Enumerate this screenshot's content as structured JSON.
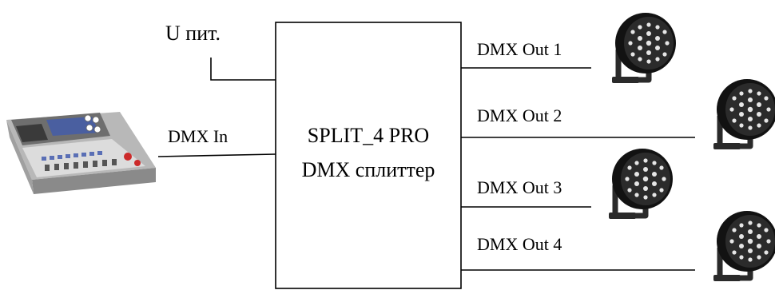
{
  "diagram": {
    "power_label": "U пит.",
    "input_label": "DMX In",
    "device_line1": "SPLIT_4 PRO",
    "device_line2": "DMX сплиттер",
    "outputs": [
      {
        "label": "DMX Out 1"
      },
      {
        "label": "DMX Out 2"
      },
      {
        "label": "DMX Out 3"
      },
      {
        "label": "DMX Out 4"
      }
    ]
  },
  "icons": {
    "console": "lighting-console-icon",
    "fixture": "led-spotlight-icon"
  },
  "colors": {
    "line": "#000000",
    "fixture_body": "#1c1c1c",
    "led": "#e6e6e6",
    "console_body": "#c9c9c9"
  }
}
